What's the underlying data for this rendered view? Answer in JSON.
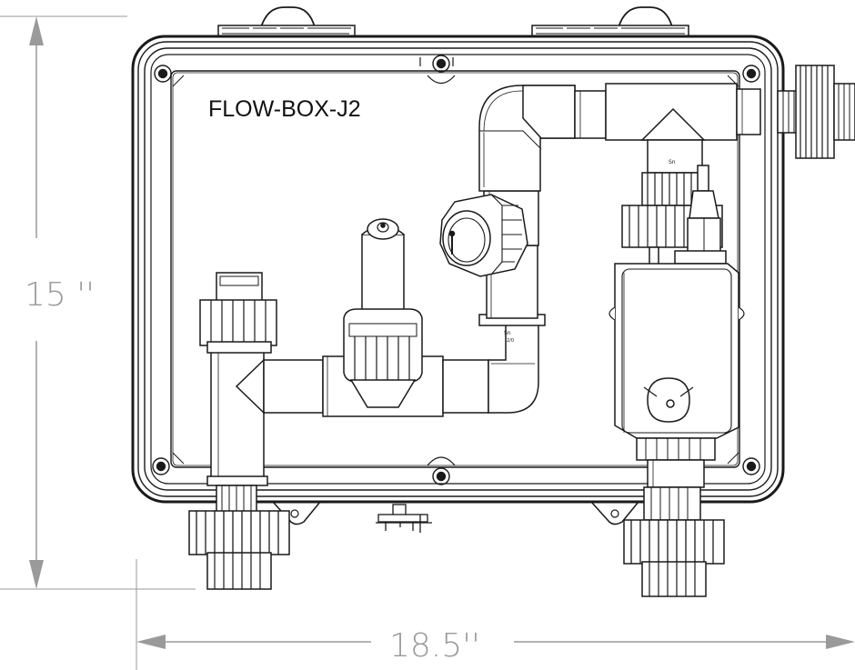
{
  "model_label": "FLOW-BOX-J2",
  "dimensions": {
    "height": "15 ''",
    "width": "18.5''"
  },
  "colors": {
    "line": "#1a1a1a",
    "dimension": "#9a9a9a",
    "pipe_fill": "#ffffff"
  }
}
